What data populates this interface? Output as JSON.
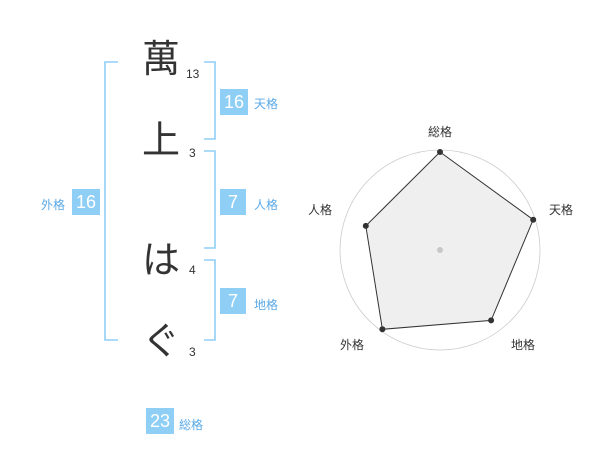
{
  "name": {
    "characters": [
      {
        "char": "萬",
        "strokes": "13"
      },
      {
        "char": "上",
        "strokes": "3"
      },
      {
        "char": "は",
        "strokes": "4"
      },
      {
        "char": "ぐ",
        "strokes": "3"
      }
    ]
  },
  "fortunes": {
    "tenkaku": {
      "value": "16",
      "label": "天格"
    },
    "jinkaku": {
      "value": "7",
      "label": "人格"
    },
    "chikaku": {
      "value": "7",
      "label": "地格"
    },
    "gaikaku": {
      "value": "16",
      "label": "外格"
    },
    "soukaku": {
      "value": "23",
      "label": "総格"
    }
  },
  "colors": {
    "badge": "#8fcff5",
    "bracket": "#8fcff5",
    "badge_label": "#5aa9e6"
  },
  "radar": {
    "axes": [
      "総格",
      "天格",
      "地格",
      "外格",
      "人格"
    ],
    "values": [
      0.98,
      0.98,
      0.87,
      0.98,
      0.78
    ],
    "rings": 4
  }
}
